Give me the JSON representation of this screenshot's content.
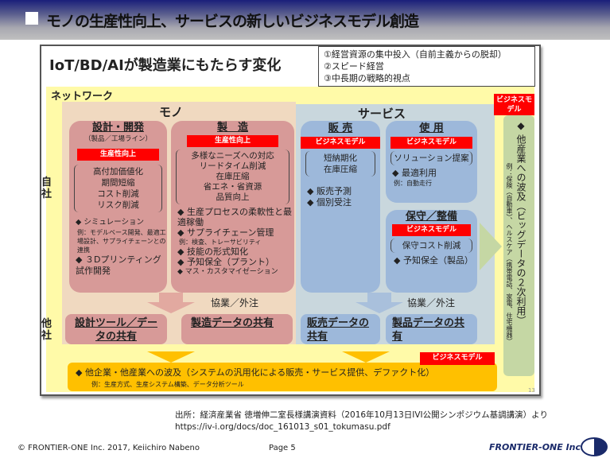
{
  "header": {
    "title": "モノの生産性向上、サービスの新しいビジネスモデル創造"
  },
  "slide": {
    "title": "IoT/BD/AIが製造業にもたらす変化",
    "points": [
      "①経営資源の集中投入（自前主義からの脱却）",
      "②スピード経営",
      "③中長期の戦略的視点"
    ],
    "network": "ネットワーク",
    "own": "自社",
    "other": "他社",
    "mono": "モノ",
    "service": "サービス",
    "design": {
      "title": "設計・開発",
      "sub": "（製品／工場ライン）",
      "badge": "生産性向上",
      "bracket": [
        "高付加価値化",
        "期間短縮",
        "コスト削減",
        "リスク削減"
      ],
      "items": [
        "◆ シミュレーション",
        "◆ ３Dプリンティング試作開発"
      ],
      "example": "例：モデルベース開発、最適工場設計、サプライチェーンとの連携"
    },
    "mfg": {
      "title": "製　造",
      "badge": "生産性向上",
      "bracket": [
        "多様なニーズへの対応",
        "リードタイム削減",
        "在庫圧縮",
        "省エネ・省資源",
        "品質向上"
      ],
      "items": [
        "◆ 生産プロセスの柔軟性と最適稼働",
        "◆ サプライチェーン管理",
        "◆ 技能の形式知化",
        "◆ 予知保全（プラント）",
        "◆ マス・カスタマイゼーション"
      ],
      "example": "例：検査、トレーサビリティ"
    },
    "sales": {
      "title": "販 売",
      "badge": "ビジネスモデル",
      "bracket": [
        "短納期化",
        "在庫圧縮"
      ],
      "items": [
        "◆ 販売予測",
        "◆ 個別受注"
      ]
    },
    "use": {
      "title": "使 用",
      "badge": "ビジネスモデル",
      "bracket": [
        "ソリューション提案"
      ],
      "item": "◆ 最適利用",
      "example": "例：自動走行"
    },
    "maint": {
      "title": "保守／整備",
      "badge": "ビジネスモデル",
      "bracket": [
        "保守コスト削減"
      ],
      "item": "◆ 予知保全（製品）"
    },
    "collab": "協業／外注",
    "shared": [
      "設計ツール／データの共有",
      "製造データの共有",
      "販売データの共有",
      "製品データの共有"
    ],
    "right": {
      "badge": "ビジネスモデル",
      "main": "◆ 他産業への波及（ビッグデータの２次利用）",
      "example": "例：保険（自動車）、ヘルスケア（携帯電話、家電、住宅機器）"
    },
    "bottom": {
      "badge": "ビジネスモデル",
      "main": "◆ 他企業・他産業への波及（システムの汎用化による販売・サービス提供、デファクト化）",
      "example": "例：生産方式、生産システム構築、データ分析ツール"
    },
    "page_no": "13"
  },
  "source": {
    "line1": "出所：経済産業省 徳増伸二室長様講演資料（2016年10月13日IVI公開シンポジウム基調講演）より",
    "url": "https://iv-i.org/docs/doc_161013_s01_tokumasu.pdf"
  },
  "footer": {
    "copyright": "© FRONTIER-ONE Inc. 2017, Keiichiro Nabeno",
    "page": "Page 5",
    "logo": "FRONTIER-ONE Inc."
  }
}
